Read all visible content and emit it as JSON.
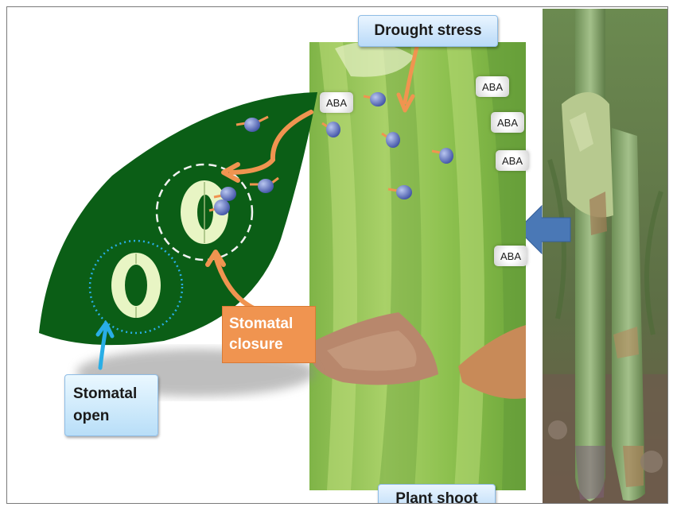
{
  "labels": {
    "drought_stress": "Drought stress",
    "plant_shoot": "Plant shoot",
    "stomatal_closure_line1": "Stomatal",
    "stomatal_closure_line2": "closure",
    "stomatal_open_line1": "Stomatal",
    "stomatal_open_line2": "open"
  },
  "aba_tags": [
    "ABA",
    "ABA",
    "ABA",
    "ABA",
    "ABA"
  ],
  "colors": {
    "leaf": "#0b5e16",
    "stomata_ring": "#e8f5c4",
    "arrow_orange": "#f09450",
    "arrow_blue": "#29aee6",
    "big_arrow": "#4a78b6",
    "aba_molecule": "#5a6fc0"
  }
}
